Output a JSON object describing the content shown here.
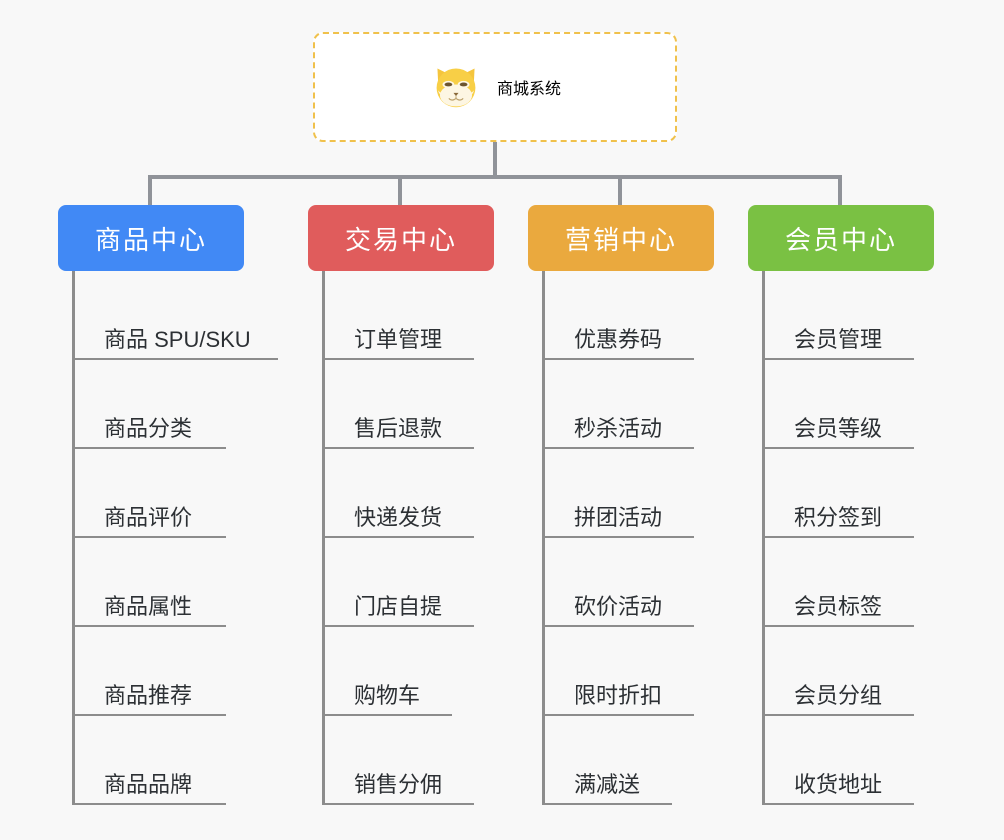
{
  "page": {
    "background_color": "#f8f8f8",
    "line_color": "#909399",
    "leaf_line_color": "#8c8c8c",
    "leaf_text_color": "#2c3034"
  },
  "root": {
    "title": "商城系统",
    "icon": "shiba-dog-icon",
    "text_color": "#f0b429",
    "border_color": "#f0c14b",
    "border_style": "dashed",
    "background": "#ffffff"
  },
  "columns": [
    {
      "key": "product-center",
      "title": "商品中心",
      "color": "#4189f5",
      "items": [
        "商品 SPU/SKU",
        "商品分类",
        "商品评价",
        "商品属性",
        "商品推荐",
        "商品品牌"
      ]
    },
    {
      "key": "trade-center",
      "title": "交易中心",
      "color": "#e05c5c",
      "items": [
        "订单管理",
        "售后退款",
        "快递发货",
        "门店自提",
        "购物车",
        "销售分佣"
      ]
    },
    {
      "key": "marketing-center",
      "title": "营销中心",
      "color": "#eaa93e",
      "items": [
        "优惠券码",
        "秒杀活动",
        "拼团活动",
        "砍价活动",
        "限时折扣",
        "满减送"
      ]
    },
    {
      "key": "member-center",
      "title": "会员中心",
      "color": "#7ac143",
      "items": [
        "会员管理",
        "会员等级",
        "积分签到",
        "会员标签",
        "会员分组",
        "收货地址"
      ]
    }
  ]
}
